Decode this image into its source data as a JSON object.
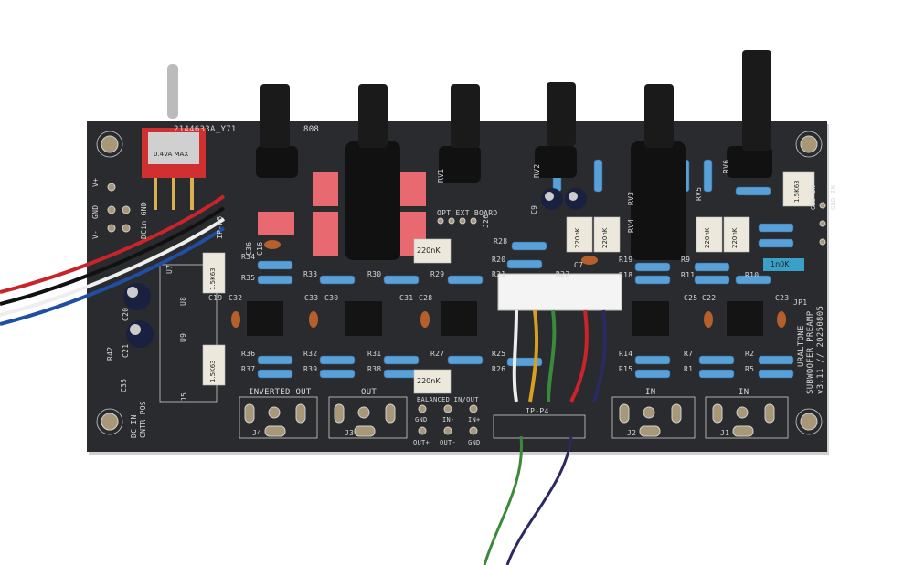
{
  "board": {
    "title_line1": "URALTONE",
    "title_line2": "SUBWOOFER PREAMP",
    "title_line3": "v3.11 // 20250805",
    "order_code": "2144633A_Y71",
    "order_code_suffix": "808",
    "switch_marking": "0.4VA MAX",
    "colors": {
      "pcb": "#2a2b2e",
      "silk": "#d8d8d8",
      "pad": "#a89878",
      "wire_red": "#c8242a",
      "wire_blue": "#1e4fa0",
      "wire_green": "#3a8a3a",
      "wire_navy": "#2a2a60",
      "wire_yellow": "#d8a020",
      "resistor": "#5aa0d8",
      "film_cap": "#e86a70"
    }
  },
  "connectors": {
    "j4": {
      "name": "J4",
      "label": "INVERTED OUT"
    },
    "j3": {
      "name": "J3",
      "label": "OUT"
    },
    "j2": {
      "name": "J2",
      "label": "IN"
    },
    "j1": {
      "name": "J1",
      "label": "IN"
    },
    "j5": {
      "name": "J5"
    },
    "j26": {
      "name": "J26",
      "label": "OPT EXT BOARD"
    },
    "ip_p4": {
      "name": "IP-P4"
    },
    "ip_p5": {
      "name": "IP-P5"
    },
    "jp1": {
      "name": "JP1"
    },
    "balanced": {
      "title": "BALANCED IN/OUT",
      "pins": [
        "GND",
        "IN-",
        "IN+",
        "OUT+",
        "OUT-",
        "GND"
      ]
    }
  },
  "power": {
    "v_plus": "V+",
    "gnd": "GND",
    "v_minus": "V-",
    "dcin_gnd": "DCin GND",
    "dc_in": "DC IN",
    "cntr_pos": "CNTR POS",
    "gnd_in_1": "GND IN",
    "gnd_in_2": "GND IN"
  },
  "caps": {
    "c11": "220nK",
    "c10": "220nK",
    "c2": "1n0K",
    "big1": "220nK",
    "big2": "220nK",
    "big3": "220nK",
    "big4": "220nK",
    "c17": "1.5K63",
    "c18": "1.5K63",
    "c1": "1.5K63"
  },
  "refdes": [
    "R34",
    "R35",
    "R33",
    "R30",
    "R29",
    "R21",
    "R20",
    "R28",
    "R22",
    "R19",
    "R9",
    "R11",
    "R10",
    "R18",
    "R36",
    "R37",
    "R32",
    "R39",
    "R31",
    "R38",
    "R27",
    "R25",
    "R26",
    "R14",
    "R15",
    "R7",
    "R1",
    "R2",
    "R5",
    "R42",
    "C36",
    "C16",
    "C19",
    "C32",
    "C33",
    "C30",
    "C31",
    "C28",
    "C25",
    "C22",
    "C23",
    "C35",
    "C20",
    "C21",
    "C9",
    "C7",
    "U7",
    "U8",
    "U9",
    "RV1",
    "RV2",
    "RV3",
    "RV4",
    "RV5",
    "RV6"
  ]
}
